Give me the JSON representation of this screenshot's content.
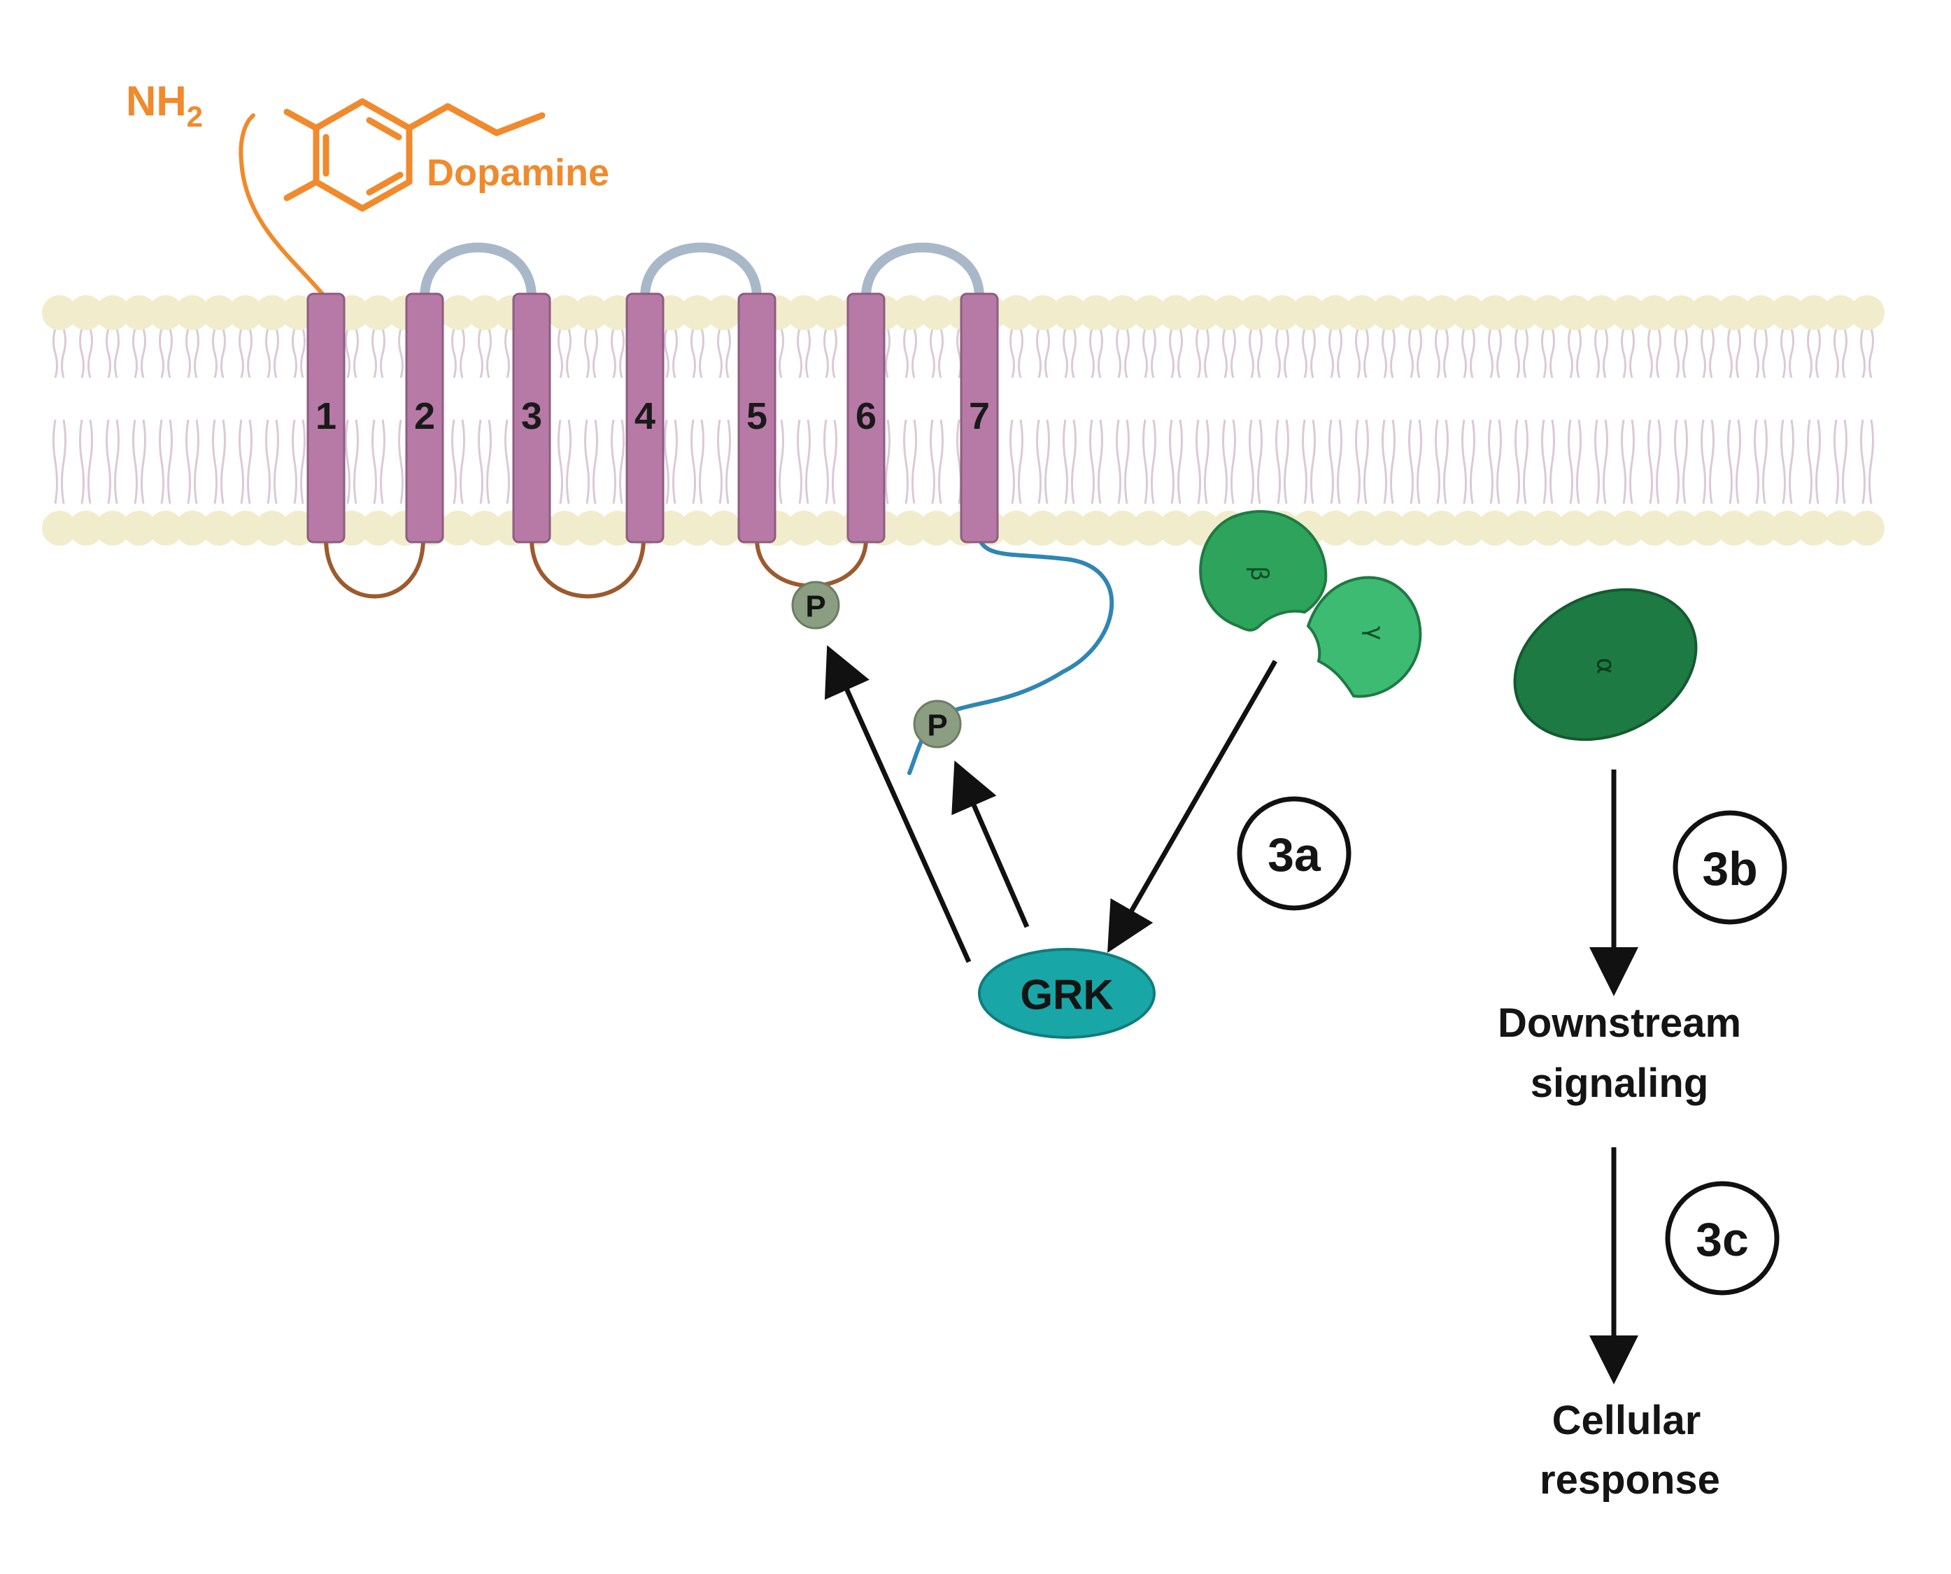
{
  "ligand": {
    "nh2_main": "NH",
    "nh2_sub": "2",
    "name": "Dopamine"
  },
  "helices": [
    "1",
    "2",
    "3",
    "4",
    "5",
    "6",
    "7"
  ],
  "phosphate_label": "P",
  "g_protein": {
    "beta": "β",
    "gamma": "γ",
    "alpha": "α"
  },
  "kinase": "GRK",
  "steps": {
    "a": "3a",
    "b": "3b",
    "c": "3c"
  },
  "outputs": {
    "downstream_line1": "Downstream",
    "downstream_line2": "signaling",
    "response_line1": "Cellular",
    "response_line2": "response"
  },
  "colors": {
    "helix": "#b77aa6",
    "lipid_head": "#f1edcc",
    "extracellular_loop": "#a8b8c9",
    "intracellular_loop": "#9c5a2e",
    "c_tail": "#2f86b4",
    "ligand": "#f08a2c",
    "phosphate": "#8b9e82",
    "beta_subunit": "#2ea35c",
    "gamma_subunit": "#3dbb72",
    "alpha_subunit": "#1e7a43",
    "grk": "#19a6a6"
  }
}
